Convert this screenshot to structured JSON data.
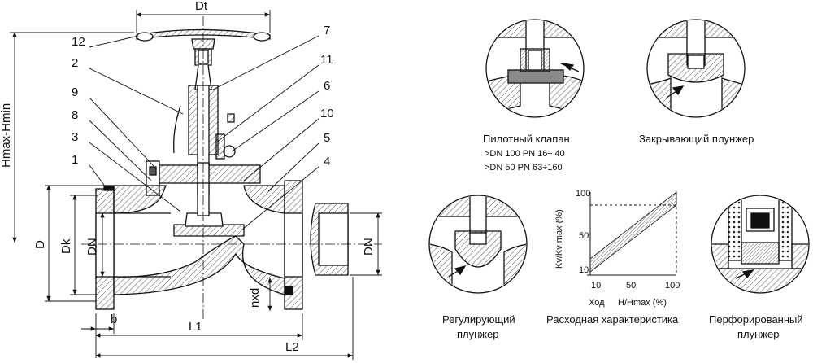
{
  "dimensions": {
    "dt": "Dt",
    "hmax_hmin": "Hmax-Hmin",
    "d": "D",
    "dk": "Dk",
    "dn_left": "DN",
    "dn_right": "DN",
    "b": "b",
    "l1": "L1",
    "l2": "L2",
    "nxd": "nxd"
  },
  "part_numbers": {
    "p12": "12",
    "p2": "2",
    "p9": "9",
    "p8": "8",
    "p3": "3",
    "p1": "1",
    "p7": "7",
    "p11": "11",
    "p6": "6",
    "p10": "10",
    "p5": "5",
    "p4": "4"
  },
  "details": {
    "pilot": {
      "title": "Пилотный клапан",
      "line1": ">DN 100 PN 16÷  40",
      "line2": ">DN   50 PN 63÷160"
    },
    "closing": {
      "title": "Закрывающий плунжер"
    },
    "regulating": {
      "title_line1": "Регулирующий",
      "title_line2": "плунжер"
    },
    "perforated": {
      "title_line1": "Перфорированный",
      "title_line2": "плунжер"
    }
  },
  "chart": {
    "title": "Расходная характеристика",
    "y_label": "Kv/Kv max  (%)",
    "x_prefix": "Ход",
    "x_label": "H/Hmax  (%)",
    "y_ticks": [
      "100",
      "50",
      "10"
    ],
    "x_ticks": [
      "10",
      "50",
      "100"
    ]
  },
  "colors": {
    "line": "#111111",
    "hatch": "#222222",
    "shade": "#8a8a8a",
    "background": "#ffffff"
  }
}
